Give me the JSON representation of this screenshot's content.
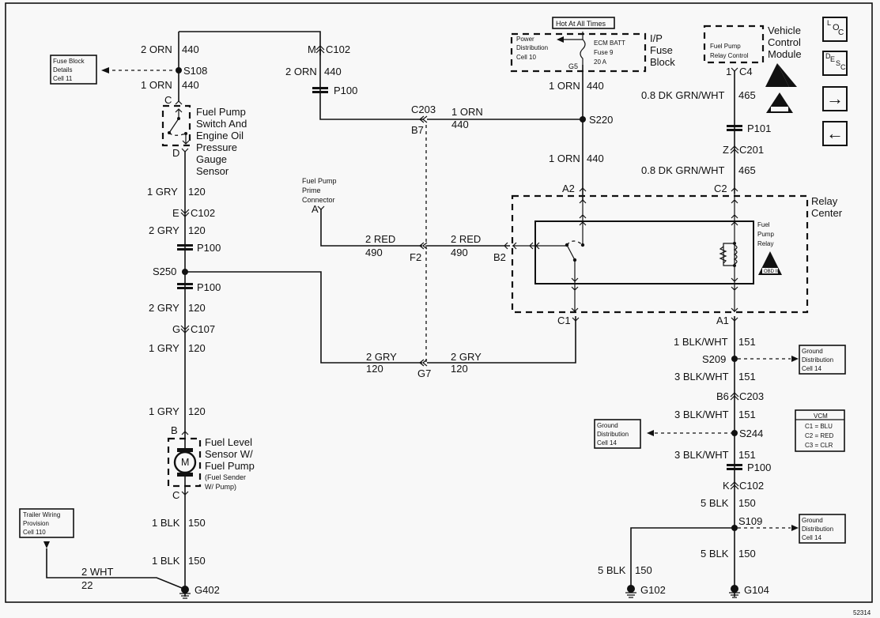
{
  "diagram": {
    "title": "Fuel Pump Circuit Wiring Diagram",
    "figure_id": "52314",
    "components": {
      "fuse_block_ref": {
        "lines": [
          "Fuse Block",
          "Details",
          "Cell 11"
        ]
      },
      "hot_at_all_times": "Hot At All Times",
      "power_distribution_ref": {
        "lines": [
          "Power",
          "Distribution",
          "Cell 10"
        ]
      },
      "ecm_fuse": {
        "lines": [
          "ECM BATT",
          "Fuse 9",
          "20 A"
        ],
        "terminal": "G5"
      },
      "ip_fuse_block": {
        "lines": [
          "I/P",
          "Fuse",
          "Block"
        ]
      },
      "vcm": {
        "lines": [
          "Vehicle",
          "Control",
          "Module"
        ],
        "inner": [
          "Fuel Pump",
          "Relay Control"
        ],
        "pin": "1",
        "connector": "C4"
      },
      "fuel_pump_switch": {
        "lines": [
          "Fuel Pump",
          "Switch And",
          "Engine Oil",
          "Pressure",
          "Gauge",
          "Sensor"
        ],
        "pin_top": "C",
        "pin_bottom": "D"
      },
      "prime_connector": {
        "lines": [
          "Fuel Pump",
          "Prime",
          "Connector"
        ],
        "pin": "A"
      },
      "relay_center": {
        "lines": [
          "Relay",
          "Center"
        ],
        "pins": {
          "a2": "A2",
          "c2": "C2",
          "b2": "B2",
          "c1": "C1",
          "a1": "A1"
        }
      },
      "fuel_pump_relay": {
        "lines": [
          "Fuel",
          "Pump",
          "Relay"
        ],
        "obd": "OBD II"
      },
      "fuel_level_sensor": {
        "lines": [
          "Fuel Level",
          "Sensor W/",
          "Fuel Pump"
        ],
        "sub": [
          "(Fuel Sender",
          "W/ Pump)"
        ],
        "motor": "M",
        "pin_top": "B",
        "pin_bottom": "C"
      },
      "trailer_ref": {
        "lines": [
          "Trailer Wiring",
          "Provision",
          "Cell 110"
        ]
      },
      "ground_ref_1": {
        "lines": [
          "Ground",
          "Distribution",
          "Cell 14"
        ]
      },
      "ground_ref_2": {
        "lines": [
          "Ground",
          "Distribution",
          "Cell 14"
        ]
      },
      "ground_ref_3": {
        "lines": [
          "Ground",
          "Distribution",
          "Cell 14"
        ]
      },
      "vcm_legend": {
        "title": "VCM",
        "rows": [
          "C1 = BLU",
          "C2 = RED",
          "C3 = CLR"
        ]
      }
    },
    "wires": {
      "w1": {
        "gauge": "2 ORN",
        "circuit": "440"
      },
      "w2": {
        "gauge": "1 ORN",
        "circuit": "440"
      },
      "w3": {
        "gauge": "2 ORN",
        "circuit": "440"
      },
      "w4": {
        "gauge": "1 ORN",
        "circuit": "440"
      },
      "w5": {
        "gauge": "1 ORN",
        "circuit": "440"
      },
      "w6": {
        "gauge": "1 ORN",
        "circuit": "440"
      },
      "w7": {
        "gauge": "0.8 DK GRN/WHT",
        "circuit": "465"
      },
      "w8": {
        "gauge": "0.8 DK GRN/WHT",
        "circuit": "465"
      },
      "w9": {
        "gauge": "1 GRY",
        "circuit": "120"
      },
      "w10": {
        "gauge": "2 GRY",
        "circuit": "120"
      },
      "w11": {
        "gauge": "2 GRY",
        "circuit": "120"
      },
      "w12": {
        "gauge": "1 GRY",
        "circuit": "120"
      },
      "w13": {
        "gauge": "1 GRY",
        "circuit": "120"
      },
      "w14": {
        "gauge": "2 RED",
        "circuit": "490"
      },
      "w15": {
        "gauge": "2 RED",
        "circuit": "490"
      },
      "w16": {
        "gauge": "2 GRY",
        "circuit": "120"
      },
      "w17": {
        "gauge": "2 GRY",
        "circuit": "120"
      },
      "w18": {
        "gauge": "1 BLK",
        "circuit": "150"
      },
      "w19": {
        "gauge": "1 BLK",
        "circuit": "150"
      },
      "w20": {
        "gauge": "2 WHT",
        "circuit": "22"
      },
      "w21": {
        "gauge": "1 BLK/WHT",
        "circuit": "151"
      },
      "w22": {
        "gauge": "3 BLK/WHT",
        "circuit": "151"
      },
      "w23": {
        "gauge": "3 BLK/WHT",
        "circuit": "151"
      },
      "w24": {
        "gauge": "3 BLK/WHT",
        "circuit": "151"
      },
      "w25": {
        "gauge": "5 BLK",
        "circuit": "150"
      },
      "w26": {
        "gauge": "5 BLK",
        "circuit": "150"
      },
      "w27": {
        "gauge": "5 BLK",
        "circuit": "150"
      }
    },
    "splices": {
      "s108": "S108",
      "s220": "S220",
      "s250": "S250",
      "s209": "S209",
      "s244": "S244",
      "s109": "S109"
    },
    "connectors": {
      "c102_m": {
        "pin": "M",
        "name": "C102"
      },
      "c102_e": {
        "pin": "E",
        "name": "C102"
      },
      "c107_g": {
        "pin": "G",
        "name": "C107"
      },
      "c102_k": {
        "pin": "K",
        "name": "C102"
      },
      "c201_z": {
        "pin": "Z",
        "name": "C201"
      },
      "c203_b6": {
        "pin": "B6",
        "name": "C203"
      },
      "c203": "C203",
      "b7": "B7",
      "f2": "F2",
      "g7": "G7",
      "p100_a": "P100",
      "p100_b": "P100",
      "p100_c": "P100",
      "p100_d": "P100",
      "p101": "P101"
    },
    "grounds": {
      "g402": "G402",
      "g102": "G102",
      "g104": "G104"
    },
    "nav": {
      "loc": {
        "big": "L",
        "mid": "O",
        "small": "C"
      },
      "desc": {
        "d": "D",
        "e": "E",
        "s": "S",
        "c": "C"
      },
      "next": "→",
      "prev": "←"
    }
  }
}
